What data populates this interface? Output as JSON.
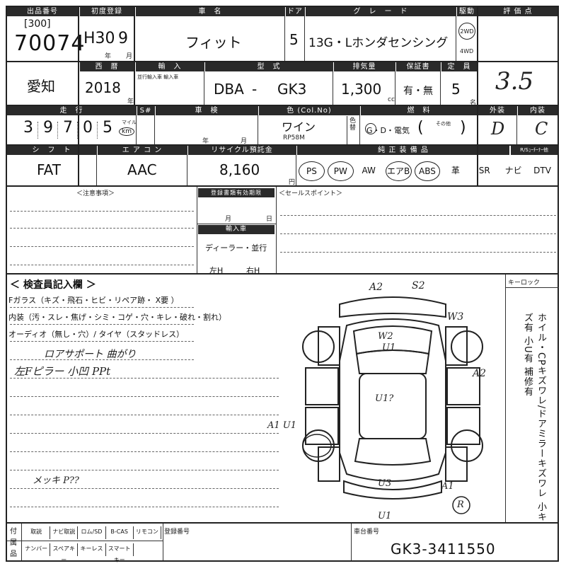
{
  "headers": {
    "lot_no": "出品番号",
    "first_reg": "初度登録",
    "car_name": "車　名",
    "door": "ドア",
    "grade": "グ　レ　ー　ド",
    "drive": "駆動",
    "eval": "評 価 点",
    "seireki": "西　暦",
    "import": "輸　入",
    "model": "型　式",
    "displacement": "排気量",
    "warranty": "保証書",
    "capacity": "定　員",
    "mileage": "走　行",
    "smeter": "S#",
    "shaken": "車　検",
    "color": "色 (Col.No)",
    "fuel": "燃　料",
    "exterior": "外装",
    "interior": "内装",
    "shift": "シ　フ　ト",
    "aircon": "エ ア コ ン",
    "recycle": "リサイクル預託金",
    "options": "純 正 装 備 品",
    "rseat": "R/Sｭｰﾁｰﾅｰ他",
    "caution": "＜注意事項＞",
    "regdoc": "登録書類有効期限",
    "import_car": "輸入車",
    "sales_point": "＜セールスポイント＞",
    "inspector": "＜ 検査員記入欄 ＞",
    "keylock": "キーロック",
    "accessories": "付\n属\n品",
    "reg_no": "登録番号",
    "chassis": "車台番号"
  },
  "lot": {
    "prefix": "[300]",
    "number": "70074"
  },
  "first_registration": {
    "era": "H30",
    "month": "9",
    "unit_year": "年",
    "unit_month": "月"
  },
  "car_name": "フィット",
  "doors": "5",
  "grade": "13G・Lホンダセンシング",
  "drive": {
    "two": "2WD",
    "four": "4WD"
  },
  "eval_score": "3.5",
  "region": "愛知",
  "year_ad": "2018",
  "year_unit": "年",
  "import_note": "並行輸入車 輸入車",
  "model_code": {
    "prefix": "DBA",
    "dash": "-",
    "code": "GK3"
  },
  "displacement": {
    "value": "1,300",
    "unit": "cc"
  },
  "warranty": "有・無",
  "capacity": {
    "value": "5",
    "unit": "名"
  },
  "mileage": {
    "digits": [
      "3",
      "9",
      "7",
      "0",
      "5"
    ],
    "unit_mile": "マイル",
    "unit_km": "km"
  },
  "shaken": {
    "year": "年",
    "month": "月"
  },
  "color": {
    "name": "ワイン",
    "code": "RP58M",
    "label": "色替"
  },
  "fuel": {
    "text": "G・D・電気",
    "other": "その他"
  },
  "exterior_grade": "D",
  "interior_grade": "C",
  "shift": "FAT",
  "aircon": "AAC",
  "recycle": {
    "value": "8,160",
    "unit": "円"
  },
  "equipment": [
    "PS",
    "PW",
    "AW",
    "エアB",
    "ABS",
    "革",
    "SR",
    "ナビ",
    "DTV"
  ],
  "regdoc_date": {
    "month": "月",
    "day": "日"
  },
  "import_car_values": {
    "dealer": "ディーラー・並行",
    "left": "左H",
    "right": "右H"
  },
  "inspector_lines": [
    "Fガラス（キズ・飛石・ヒビ・リペア跡・ X要 ）",
    "内装（汚・スレ・焦げ・シミ・コゲ・穴・キレ・破れ・割れ）",
    "オーディオ（無し・穴）/ タイヤ（スタッドレス）"
  ],
  "handwritten_notes": [
    "ロアサポート 曲がり",
    "左Fピラー 小凹 PPt",
    "メッキ P??"
  ],
  "side_note": "ホイル・CPキズワレ/ドアミラーキズワレ 小キズ有 小U有 補修有",
  "accessories": [
    [
      "取説",
      "ナビ取説",
      "ロム/SD",
      "B-CAS",
      "リモコン"
    ],
    [
      "ナンバー",
      "スペアキー",
      "キーレス",
      "スマートキー"
    ]
  ],
  "chassis_no": "GK3-3411550",
  "damage_marks": [
    "A2",
    "S2",
    "W3",
    "W2",
    "U1",
    "A2",
    "U1?",
    "A1 U1",
    "U3",
    "A1",
    "U1",
    "R"
  ]
}
